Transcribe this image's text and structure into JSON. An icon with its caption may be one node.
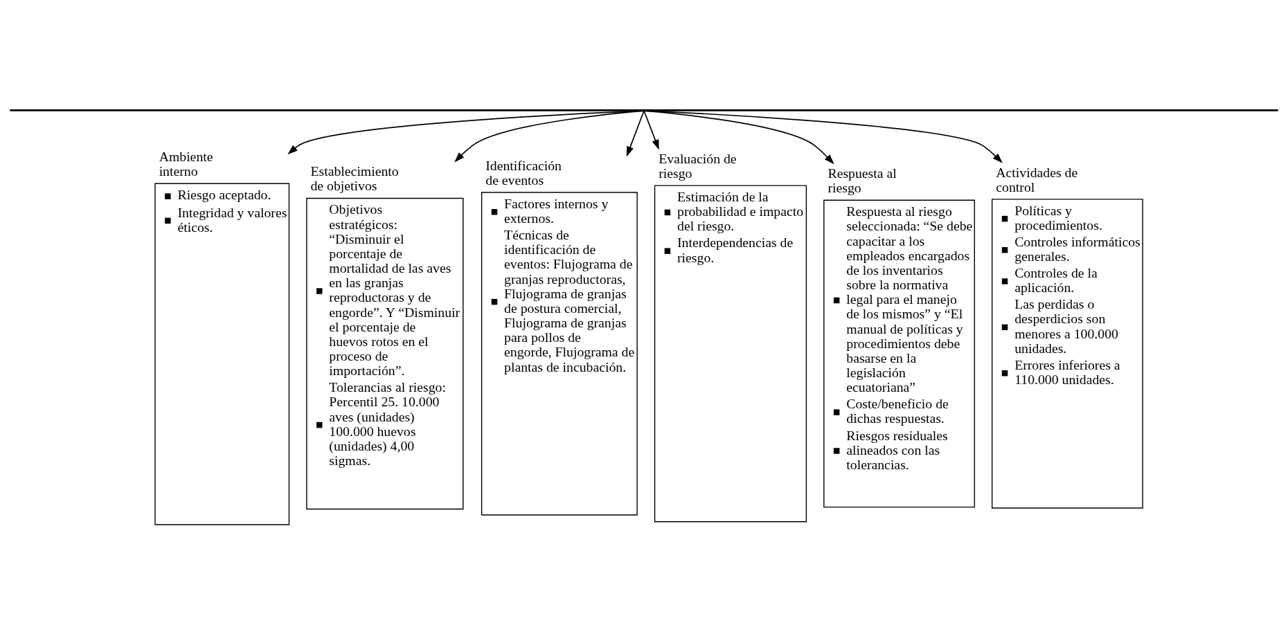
{
  "diagram": {
    "nodes": [
      {
        "text": [],
        "shape": "bar"
      },
      {
        "text": [
          "Ambiente interno",
          "Riesgo aceptado.",
          "Integridad y valores éticos."
        ]
      },
      {
        "text": [
          "Establecimiento de objetivos",
          "Objetivos estratégicos: “Disminuir el porcentaje de mortalidad de las aves en las granjas reproductoras y de engorde”. Y “Disminuir el porcentaje de huevos rotos en el proceso de importación”.",
          "Tolerancias al riesgo: Percentil 25. 10.000 aves (unidades) 100.000 huevos (unidades) 4,00 sigmas."
        ]
      },
      {
        "text": [
          "Identificación de eventos",
          "Factores internos y externos.",
          "Técnicas de identificación de eventos: Flujograma de granjas reproductoras, Flujograma de granjas de postura comercial, Flujograma de granjas para pollos de engorde, Flujograma de plantas de incubación."
        ]
      },
      {
        "text": [
          "Evaluación de riesgo",
          "Estimación de la probabilidad e impacto del riesgo.",
          "Interdependencias de riesgo."
        ]
      },
      {
        "text": [
          "Respuesta al riesgo",
          "Respuesta al riesgo seleccionada: “Se debe capacitar a los empleados encargados de los inventarios sobre la normativa legal para el manejo de los mismos” y “El manual de políticas y procedimientos debe basarse en la legislación ecuatoriana”",
          "Coste/beneficio de dichas respuestas.",
          "Riesgos residuales alineados con las tolerancias."
        ]
      },
      {
        "text": [
          "Actividades de control",
          "Políticas y procedimientos.",
          "Controles informáticos generales.",
          "Controles de la aplicación.",
          "Las perdidas o desperdicios son menores a 100.000 unidades.",
          "Errores inferiores a 110.000 unidades."
        ]
      }
    ],
    "edges": [
      {
        "from": 0,
        "to": 1,
        "arrow": "to"
      },
      {
        "from": 0,
        "to": 2,
        "arrow": "to"
      },
      {
        "from": 0,
        "to": 3,
        "arrow": "to"
      },
      {
        "from": 0,
        "to": 4,
        "arrow": "to"
      },
      {
        "from": 0,
        "to": 5,
        "arrow": "to"
      },
      {
        "from": 0,
        "to": 6,
        "arrow": "to"
      }
    ]
  }
}
